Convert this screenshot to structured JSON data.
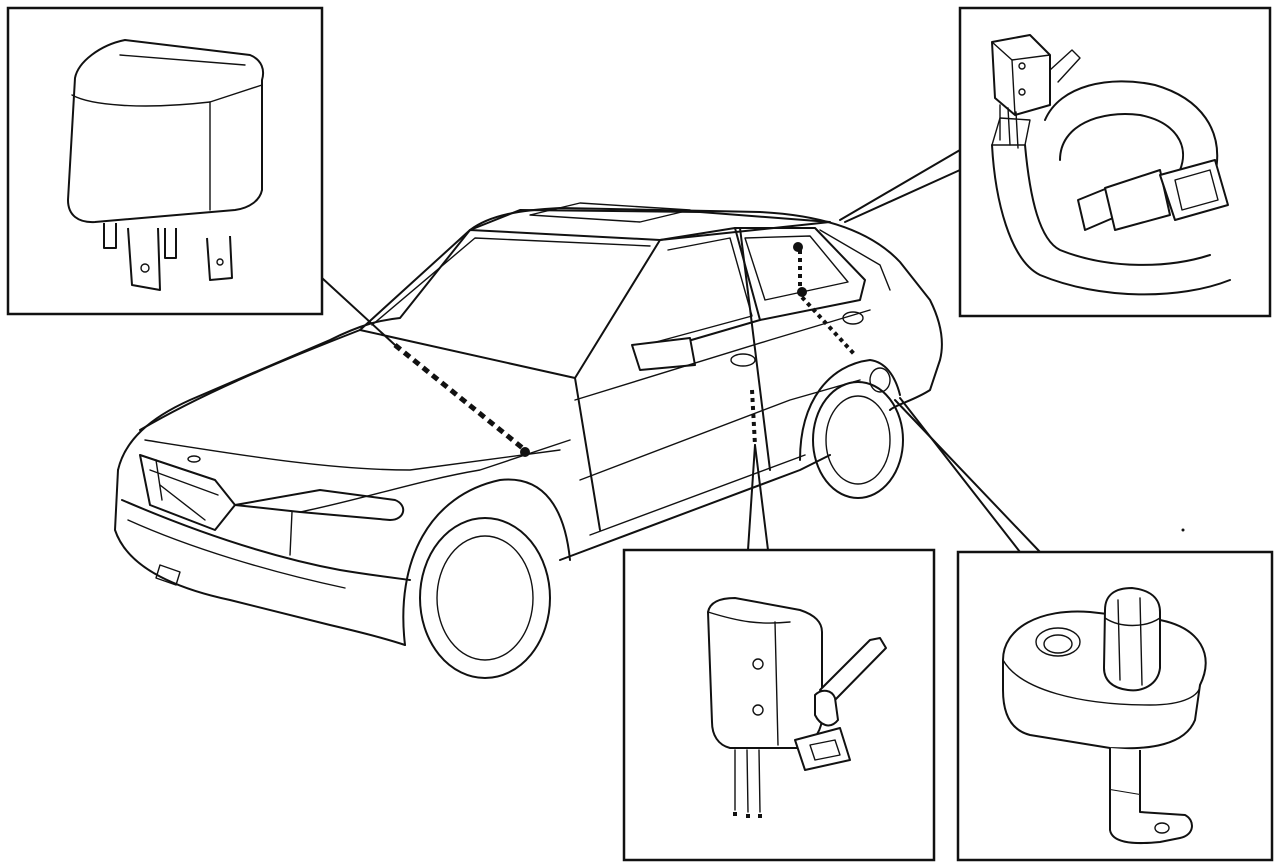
{
  "diagram": {
    "components": [
      {
        "id": "relay",
        "icon": "relay-icon"
      },
      {
        "id": "rear-door-switch",
        "icon": "door-switch-connector-icon"
      },
      {
        "id": "front-door-switch",
        "icon": "door-switch-icon"
      },
      {
        "id": "plunger-switch",
        "icon": "plunger-contact-icon"
      }
    ],
    "colors": {
      "line": "#111111",
      "background": "#ffffff"
    }
  }
}
